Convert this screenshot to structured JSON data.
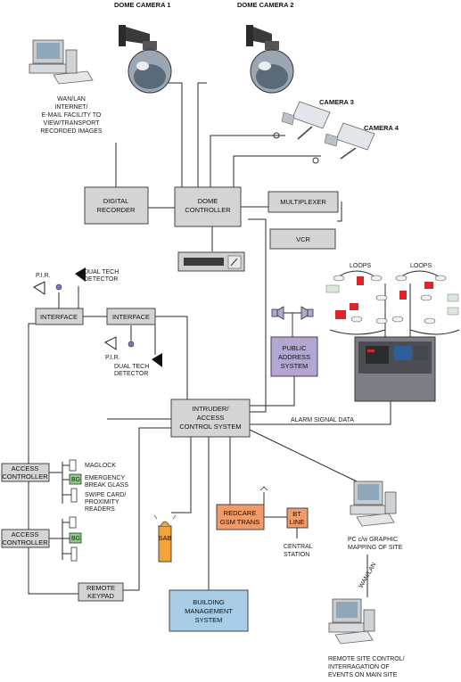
{
  "cameras": {
    "dome1": "DOME CAMERA 1",
    "dome2": "DOME CAMERA 2",
    "cam3": "CAMERA 3",
    "cam4": "CAMERA 4"
  },
  "wan_caption": [
    "WAN/LAN",
    "INTERNET/",
    "E-MAIL FACILITY TO",
    "VIEW/TRANSPORT",
    "RECORDED IMAGES"
  ],
  "boxes": {
    "digital_recorder": [
      "DIGITAL",
      "RECORDER"
    ],
    "dome_controller": [
      "DOME",
      "CONTROLLER"
    ],
    "multiplexer": [
      "MULTIPLEXER"
    ],
    "vcr": [
      "VCR"
    ],
    "interface1": [
      "INTERFACE"
    ],
    "interface2": [
      "INTERFACE"
    ],
    "public_address": [
      "PUBLIC",
      "ADDRESS",
      "SYSTEM"
    ],
    "intruder": [
      "INTRUDER/",
      "ACCESS",
      "CONTROL SYSTEM"
    ],
    "access1": [
      "ACCESS",
      "CONTROLLER"
    ],
    "access2": [
      "ACCESS",
      "CONTROLLER"
    ],
    "remote_keypad": [
      "REMOTE",
      "KEYPAD"
    ],
    "sab": "SAB",
    "redcare": [
      "REDCARE",
      "GSM TRANS"
    ],
    "bt_line": [
      "BT",
      "LINE"
    ],
    "bms": [
      "BUILDING",
      "MANAGEMENT",
      "SYSTEM"
    ]
  },
  "labels": {
    "pir1": "P.I.R.",
    "dual1": [
      "DUAL TECH",
      "DETECTOR"
    ],
    "pir2": "P.I.R.",
    "dual2": [
      "DUAL TECH",
      "DETECTOR"
    ],
    "loops1": "LOOPS",
    "loops2": "LOOPS",
    "alarm_signal": "ALARM SIGNAL DATA",
    "maglock": "MAGLOCK",
    "break_glass": [
      "EMERGENCY",
      "BREAK GLASS"
    ],
    "swipe": [
      "SWIPE CARD/",
      "PROXIMITY",
      "READERS"
    ],
    "bg": "BG",
    "central_station": [
      "CENTRAL",
      "STATION"
    ],
    "pc_graphic": [
      "PC c/w GRAPHIC",
      "MAPPING OF SITE"
    ],
    "wan_lan_link": "WAN/LAN",
    "remote_site": [
      "REMOTE SITE CONTROL/",
      "INTERRAGATION OF",
      "EVENTS ON MAIN SITE"
    ]
  },
  "colors": {
    "box_gray": "#d4d4d4",
    "box_blue": "#a9cde6",
    "box_purple": "#b3a6d3",
    "box_orange": "#f19a6a",
    "sab_orange": "#f2a33a",
    "bg_green": "#8fcc8a",
    "alarm_red": "#d9262c"
  }
}
